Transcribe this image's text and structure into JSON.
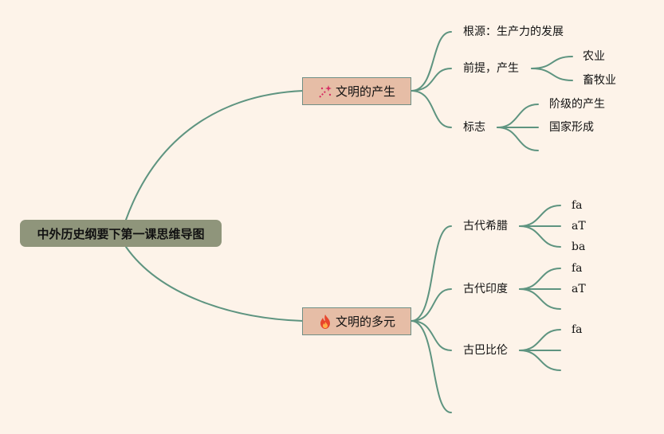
{
  "root": {
    "title": "中外历史纲要下第一课思维导图"
  },
  "branches": [
    {
      "label": "文明的产生",
      "icon": "magic-wand-sparkle-icon",
      "children": [
        {
          "label": "根源：生产力的发展",
          "children": []
        },
        {
          "label": "前提，产生",
          "children": [
            "农业",
            "畜牧业"
          ]
        },
        {
          "label": "标志",
          "children": [
            "阶级的产生",
            "国家形成",
            ""
          ]
        }
      ]
    },
    {
      "label": "文明的多元",
      "icon": "fire-icon",
      "children": [
        {
          "label": "古代希腊",
          "children": [
            "fa",
            "aT",
            "ba"
          ]
        },
        {
          "label": "古代印度",
          "children": [
            "fa",
            "aT",
            ""
          ]
        },
        {
          "label": "古巴比伦",
          "children": [
            "fa",
            "",
            ""
          ]
        },
        {
          "label": "",
          "children": []
        }
      ]
    }
  ],
  "colors": {
    "background": "#fdf3e9",
    "connector": "#5e9480",
    "root_fill": "#8f957b",
    "branch_fill": "#e6bda6",
    "branch_border": "#6f8f86",
    "fire_icon": "#e8452c",
    "sparkle_icon": "#d62f63"
  }
}
